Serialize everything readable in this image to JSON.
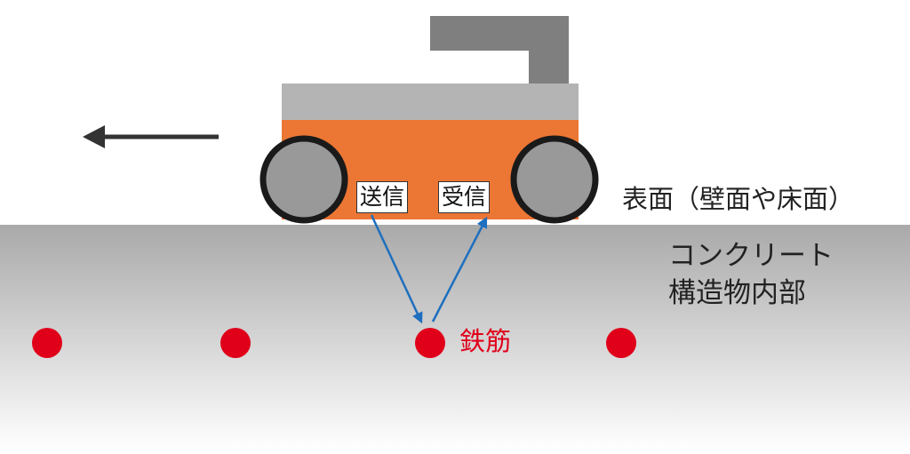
{
  "labels": {
    "transmit": "送信",
    "receive": "受信",
    "surface": "表面（壁面や床面）",
    "concrete_line1": "コンクリート",
    "concrete_line2": "構造物内部",
    "rebar": "鉄筋"
  },
  "colors": {
    "concrete_top": "#a9a9a9",
    "concrete_bottom": "#ffffff",
    "device_body": "#ec7634",
    "device_top": "#b4b4b4",
    "handle": "#7f7f7f",
    "wheel_fill": "#999999",
    "wheel_stroke": "#1a1a1a",
    "rebar": "#e0001a",
    "wave": "#1e6fbf",
    "arrow": "#333333",
    "text": "#222222"
  },
  "rebar_count": 4
}
